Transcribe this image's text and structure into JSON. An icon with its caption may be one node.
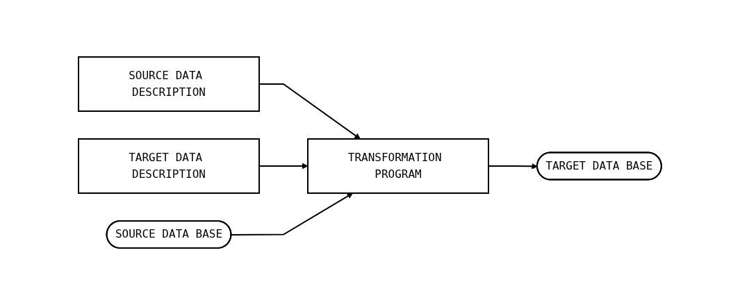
{
  "diagram": {
    "nodes": [
      {
        "text": [
          "SOURCE DATA DESCRIPTION"
        ]
      },
      {
        "text": [
          "TARGET DATA DESCRIPTION"
        ]
      },
      {
        "text": [
          "SOURCE DATA BASE"
        ]
      },
      {
        "text": [
          "TRANSFORMATION PROGRAM"
        ]
      },
      {
        "text": [
          "TARGET DATA BASE"
        ]
      }
    ],
    "edges": [
      {
        "from": 0,
        "to": 3,
        "arrow": "to"
      },
      {
        "from": 1,
        "to": 3,
        "arrow": "to"
      },
      {
        "from": 2,
        "to": 3,
        "arrow": "to"
      },
      {
        "from": 3,
        "to": 4,
        "arrow": "to"
      }
    ]
  }
}
